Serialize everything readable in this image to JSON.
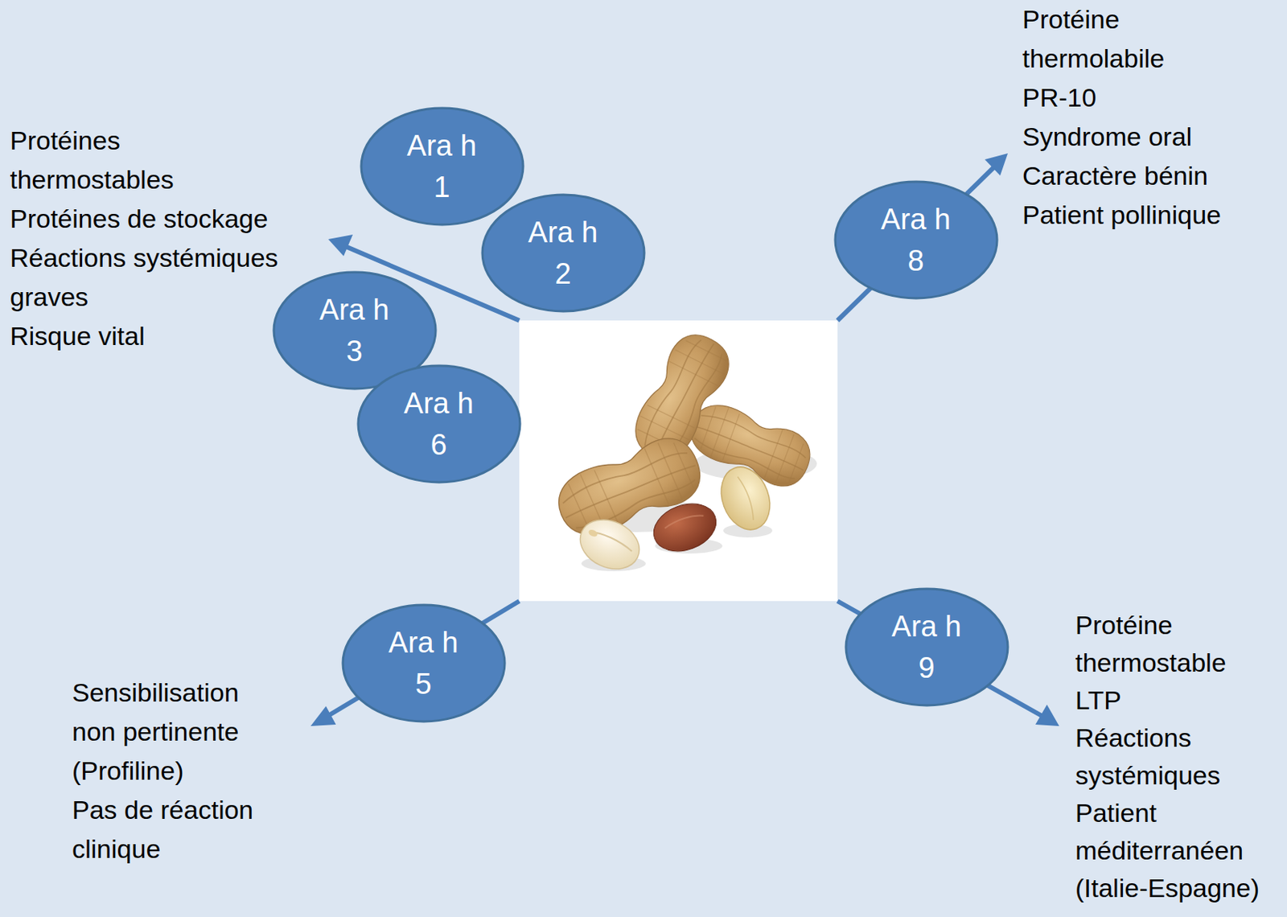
{
  "diagram": {
    "nodes": [
      {
        "text": [
          "Ara h 1"
        ]
      },
      {
        "text": [
          "Ara h 2"
        ]
      },
      {
        "text": [
          "Ara h 3"
        ]
      },
      {
        "text": [
          "Ara h 6"
        ]
      },
      {
        "text": [
          "Ara h 8"
        ]
      },
      {
        "text": [
          "Ara h 5"
        ]
      },
      {
        "text": [
          "Ara h 9"
        ]
      }
    ],
    "labels": [
      "Protéines thermostables",
      "Protéines de stockage",
      "Réactions systémiques graves",
      "Risque vital",
      "Protéine thermolabile",
      "PR-10",
      "Syndrome oral",
      "Caractère bénin",
      "Patient pollinique",
      "Sensibilisation non pertinente (Profiline)",
      "Pas de réaction clinique",
      "Protéine thermostable",
      "LTP",
      "Réactions systémiques",
      "Patient méditerranéen (Italie-Espagne)"
    ]
  }
}
